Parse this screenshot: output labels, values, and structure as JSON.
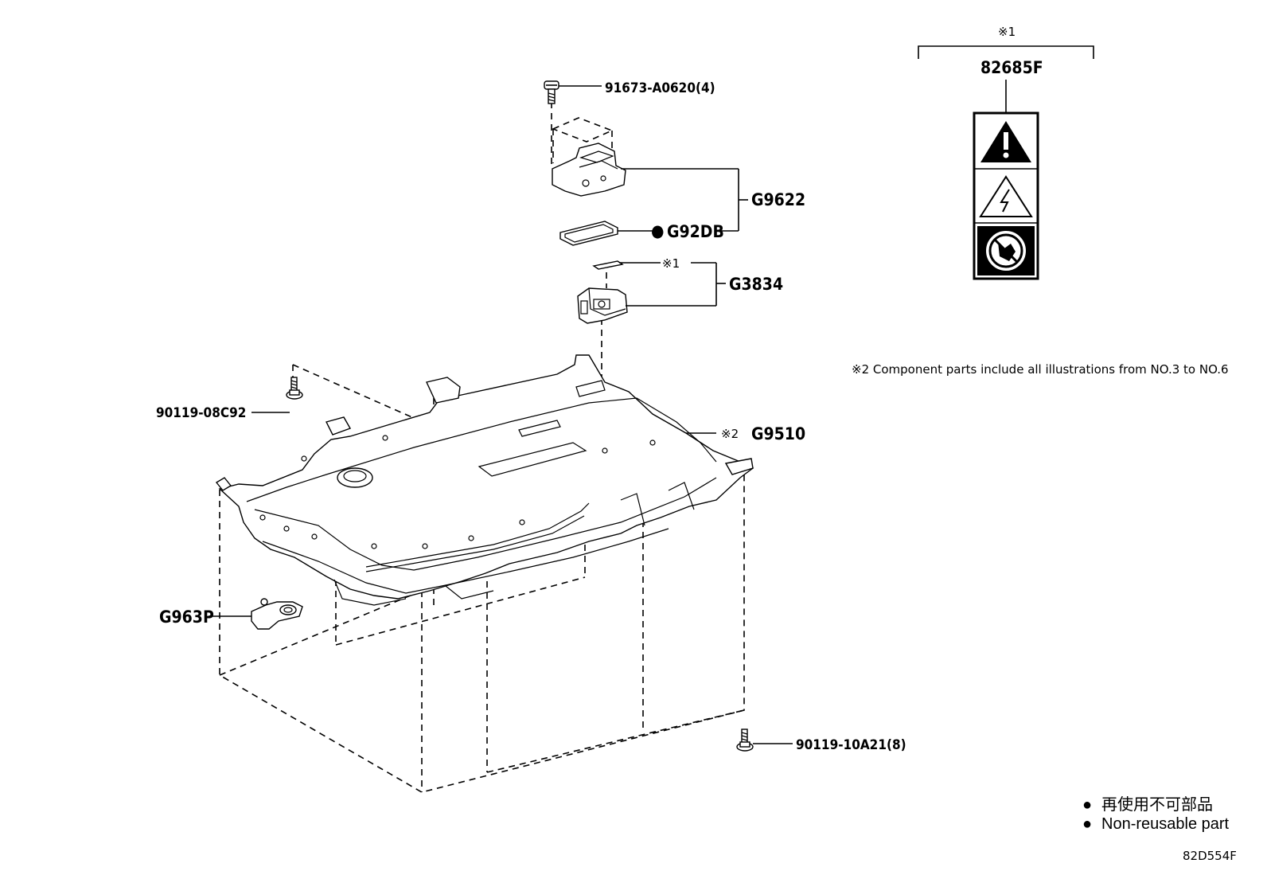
{
  "callouts": {
    "screw_top": "91673-A0620(4)",
    "cover": "G9622",
    "gasket_marker": "●",
    "gasket": "G92DB",
    "note_ref_small": "※1",
    "plug": "G3834",
    "battery_ref": "※2",
    "battery": "G9510",
    "bolt_left": "90119-08C92",
    "sensor": "G963P",
    "bolt_bottom": "90119-10A21(8)"
  },
  "label_group": {
    "ref": "※1",
    "part": "82685F",
    "icons": [
      "warning-triangle-icon",
      "high-voltage-icon",
      "no-touch-icon"
    ]
  },
  "note": "※2 Component parts include all illustrations from NO.3 to NO.6",
  "legend": {
    "item1_bullet": "●",
    "item1_text": "再使用不可部品",
    "item2_bullet": "●",
    "item2_text": "Non-reusable part"
  },
  "figure_id": "82D554F"
}
